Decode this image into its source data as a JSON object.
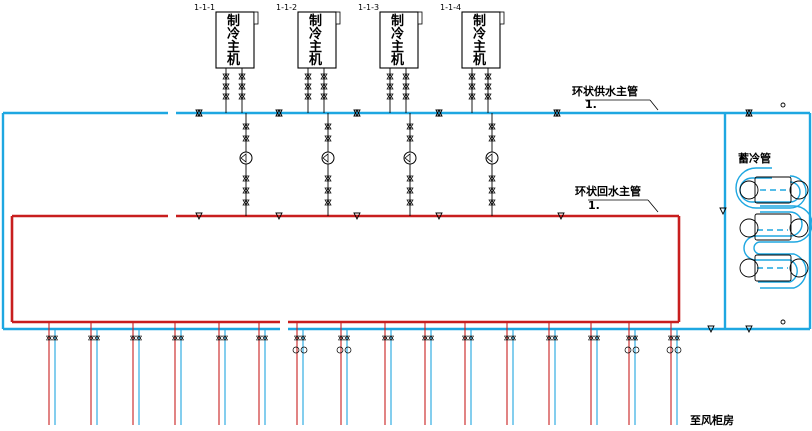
{
  "units": [
    {
      "id": "1-1-1",
      "title_chars": [
        "制",
        "冷",
        "主",
        "机"
      ]
    },
    {
      "id": "1-1-2",
      "title_chars": [
        "制",
        "冷",
        "主",
        "机"
      ]
    },
    {
      "id": "1-1-3",
      "title_chars": [
        "制",
        "冷",
        "主",
        "机"
      ]
    },
    {
      "id": "1-1-4",
      "title_chars": [
        "制",
        "冷",
        "主",
        "机"
      ]
    }
  ],
  "labels": {
    "supply_main": "环状供水主管",
    "supply_main_mark": "1.",
    "return_main": "环状回水主管",
    "return_main_mark": "1.",
    "storage": "蓄冷管",
    "to_cabinet": "至风柜房"
  },
  "colors": {
    "supply": "#1ea7e1",
    "return": "#c81e1e",
    "equipment": "#000000"
  }
}
